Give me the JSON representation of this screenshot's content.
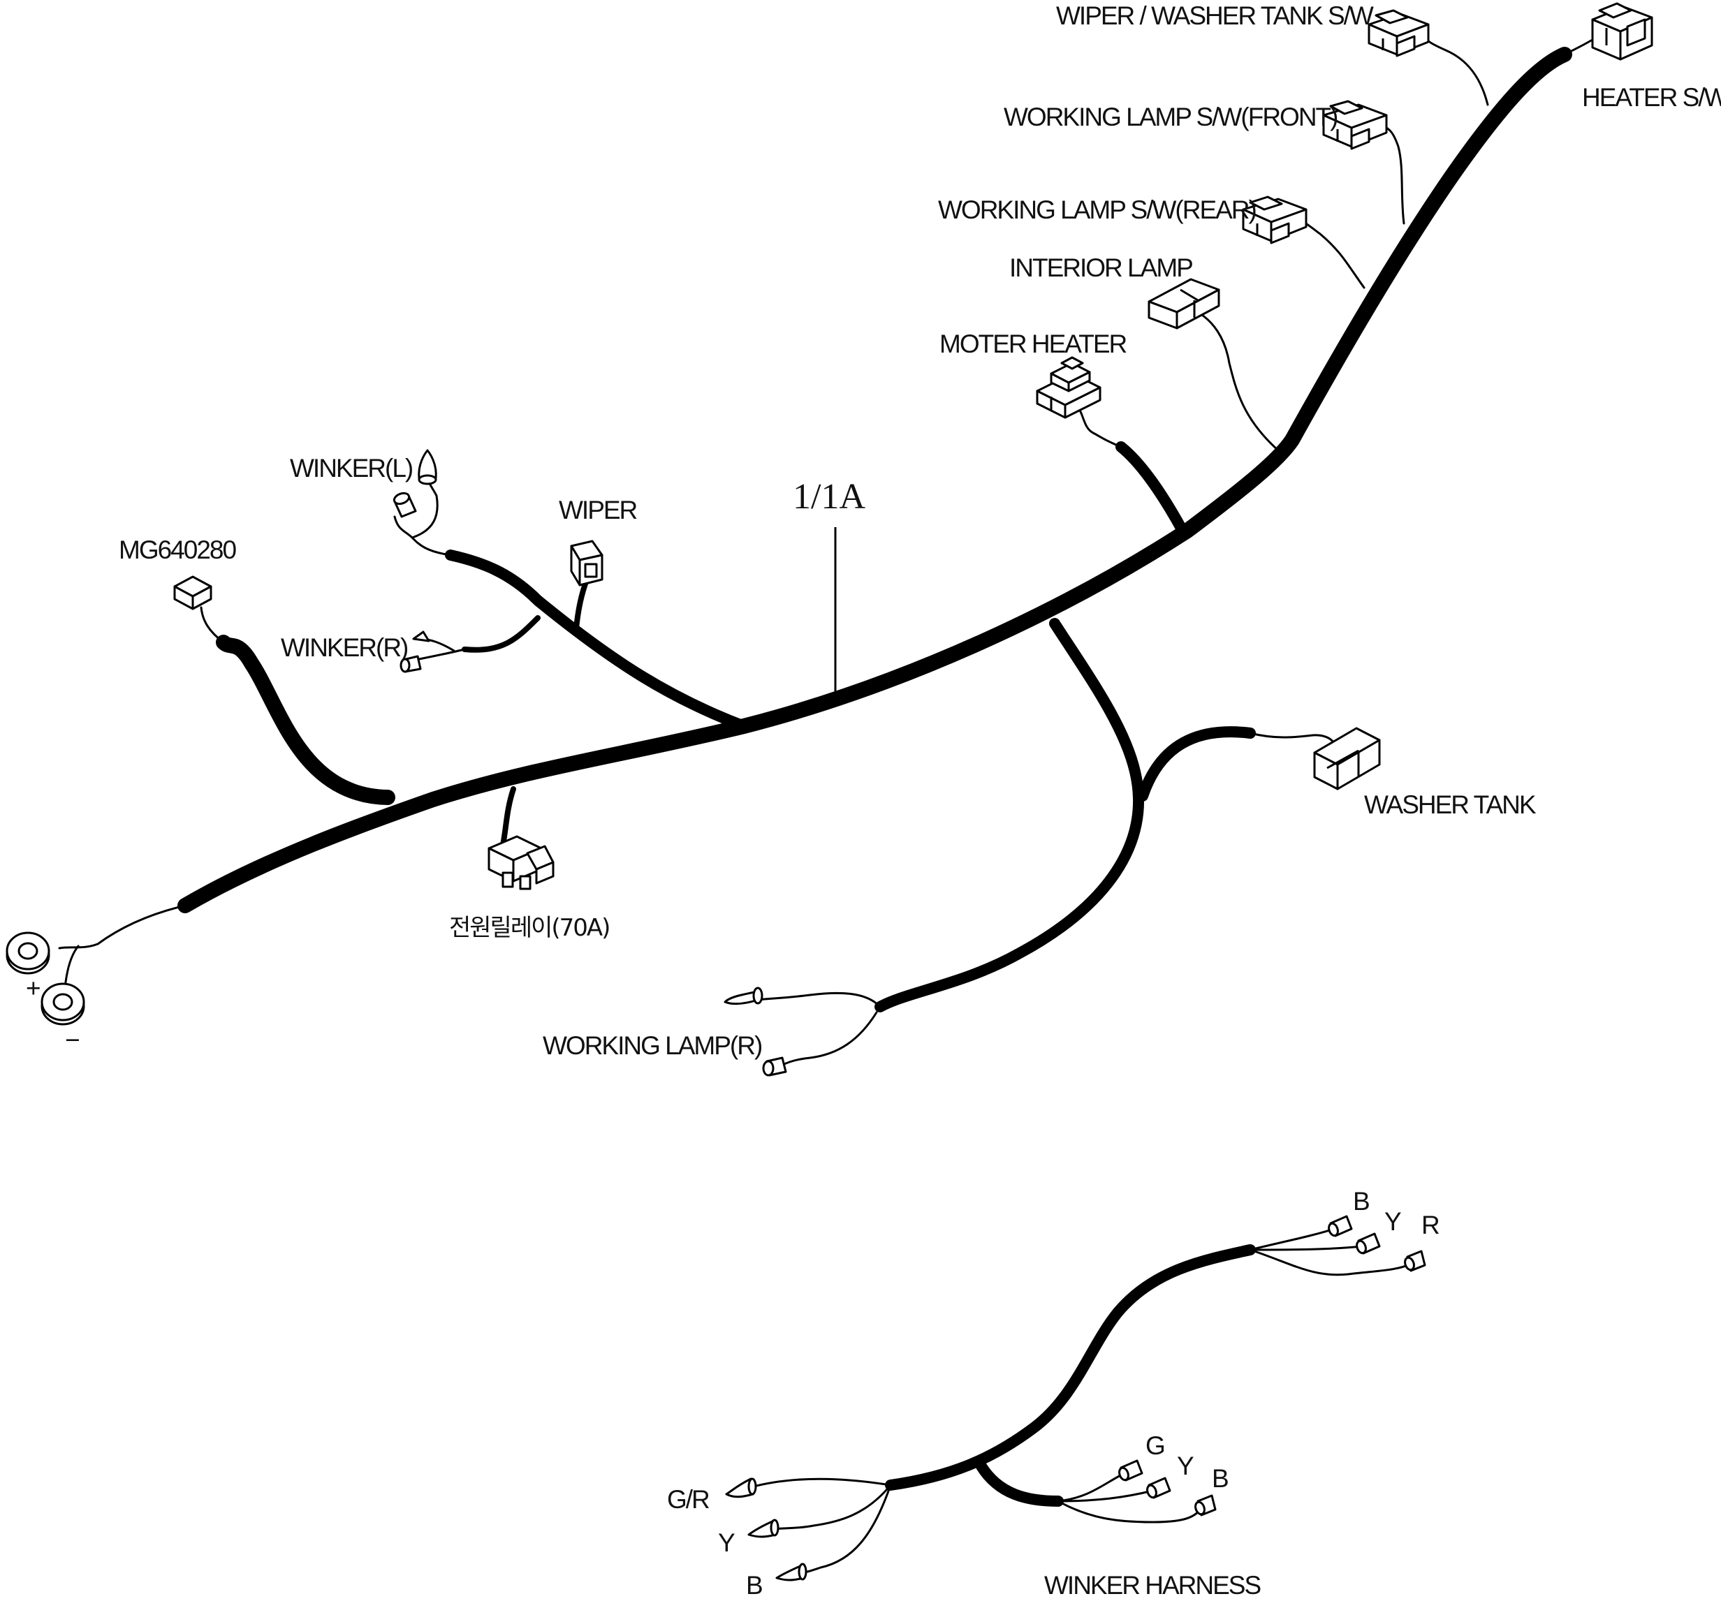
{
  "diagram": {
    "harness_code": "1/1A",
    "labels": {
      "wiper_washer_tank_sw": "WIPER / WASHER TANK S/W",
      "heater_sw": "HEATER S/W",
      "working_lamp_sw_front": "WORKING LAMP S/W(FRONT)",
      "working_lamp_sw_rear": "WORKING LAMP S/W(REAR)",
      "interior_lamp": "INTERIOR LAMP",
      "moter_heater": "MOTER HEATER",
      "winker_l": "WINKER(L)",
      "wiper": "WIPER",
      "mg640280": "MG640280",
      "winker_r": "WINKER(R)",
      "washer_tank": "WASHER TANK",
      "power_relay": "전원릴레이(70A)",
      "working_lamp_r": "WORKING LAMP(R)",
      "winker_harness": "WINKER HARNESS"
    },
    "battery": {
      "plus": "+",
      "minus": "−"
    },
    "winker_harness_wires": {
      "top": [
        "B",
        "Y",
        "R"
      ],
      "middle": [
        "G",
        "Y",
        "B"
      ],
      "left": [
        "G/R",
        "Y",
        "B"
      ]
    }
  }
}
